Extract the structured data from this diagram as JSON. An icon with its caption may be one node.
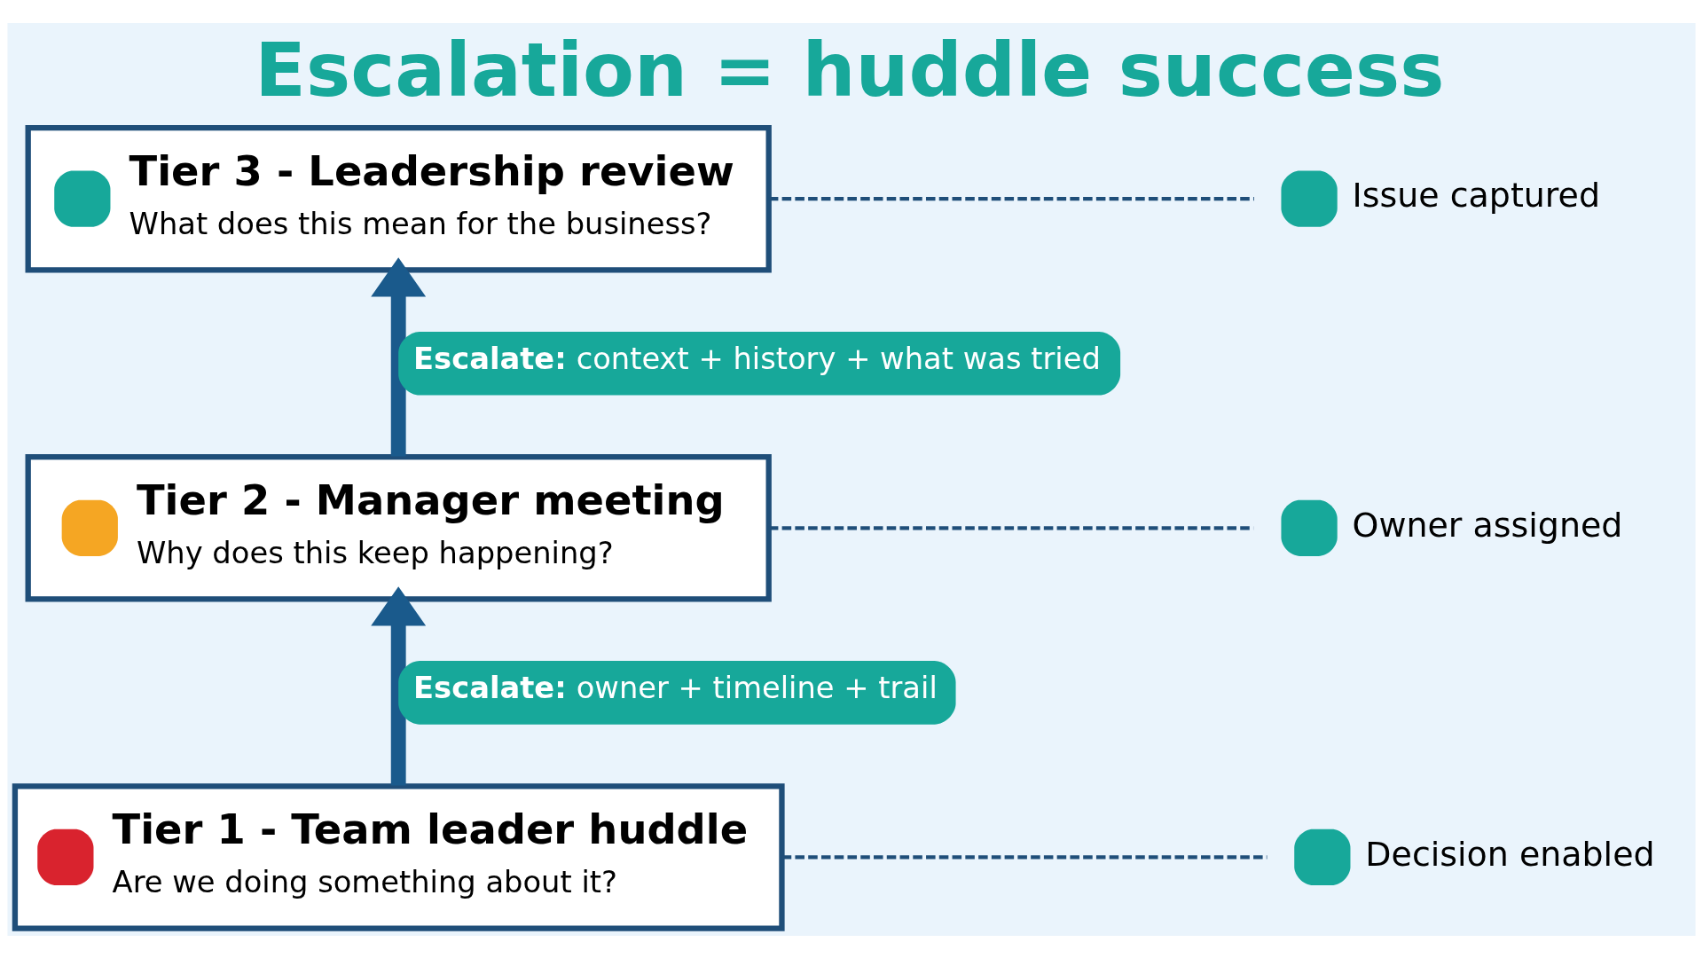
{
  "diagram": {
    "title": "Escalation = huddle success",
    "nodes": [
      {
        "text": [
          "Tier 3 - Leadership review",
          "What does this mean for the business?"
        ]
      },
      {
        "text": [
          "Tier 2 - Manager meeting",
          "Why does this keep happening?"
        ]
      },
      {
        "text": [
          "Tier 1 - Team leader huddle",
          "Are we doing something about it?"
        ]
      },
      {
        "text": [
          "Issue captured"
        ]
      },
      {
        "text": [
          "Owner assigned"
        ]
      },
      {
        "text": [
          "Decision enabled"
        ]
      }
    ],
    "edges": [
      {
        "from": 2,
        "to": 1,
        "arrow": "to",
        "label": "**Escalate:** owner + timeline + trail",
        "color": "#1a5a8c",
        "style": "thick"
      },
      {
        "from": 1,
        "to": 0,
        "arrow": "to",
        "label": "**Escalate:** context + history + what was tried",
        "color": "#1a5a8c",
        "style": "thick"
      },
      {
        "from": 0,
        "to": 3,
        "arrow": "none",
        "style": "dashed"
      },
      {
        "from": 1,
        "to": 4,
        "arrow": "none",
        "style": "dashed"
      },
      {
        "from": 2,
        "to": 5,
        "arrow": "none",
        "style": "dashed"
      }
    ]
  }
}
